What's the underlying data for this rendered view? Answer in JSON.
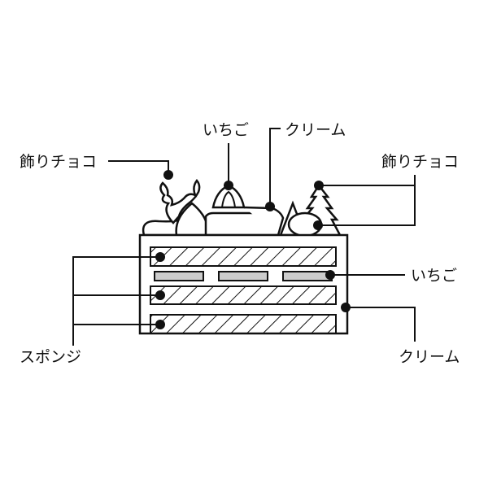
{
  "labels": {
    "deco_choco_left": "飾りチョコ",
    "strawberry_top": "いちご",
    "cream_top": "クリーム",
    "deco_choco_right": "飾りチョコ",
    "strawberry_side": "いちご",
    "sponge": "スポンジ",
    "cream_side": "クリーム"
  },
  "colors": {
    "line": "#111111",
    "strawberry_fill": "#cccccc"
  }
}
